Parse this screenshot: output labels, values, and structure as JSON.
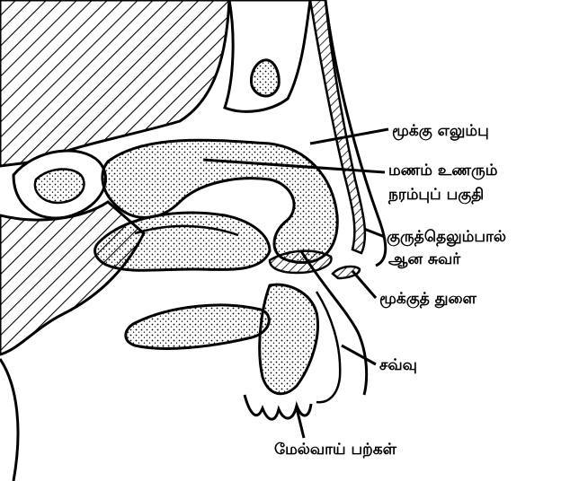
{
  "labels": {
    "nasal_bone": "மூக்கு எலும்பு",
    "olfactory_line1": "மணம் உணரும்",
    "olfactory_line2": "நரம்புப் பகுதி",
    "septum_line1": "குருத்தெலும்பால்",
    "septum_line2": "ஆன சுவர்",
    "nostril": "மூக்குத் துளை",
    "skin": "சவ்வு",
    "upper_teeth": "மேல்வாய் பற்கள்"
  }
}
